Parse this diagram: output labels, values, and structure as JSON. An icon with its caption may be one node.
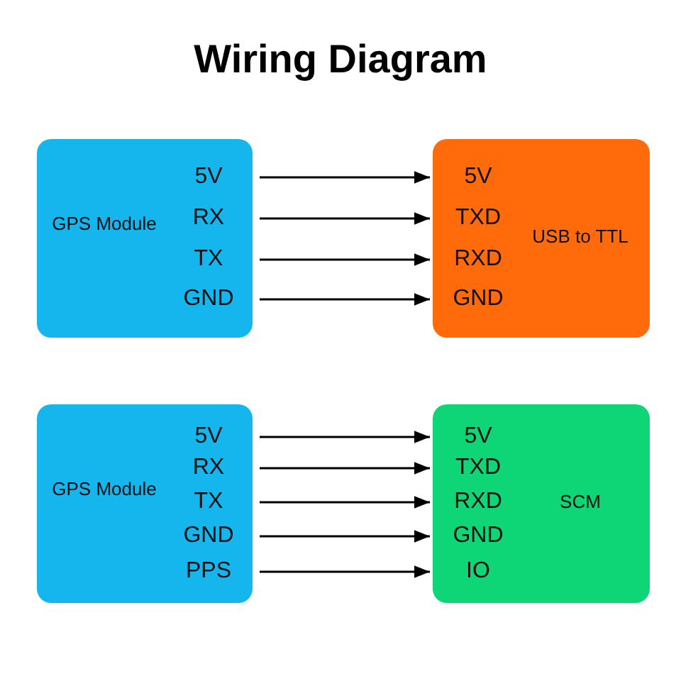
{
  "diagram": {
    "title": "Wiring Diagram",
    "nodes": [
      {
        "text": [
          "GPS Module"
        ]
      },
      {
        "text": [
          "5V"
        ],
        "in": 0
      },
      {
        "text": [
          "RX"
        ],
        "in": 0
      },
      {
        "text": [
          "TX"
        ],
        "in": 0
      },
      {
        "text": [
          "GND"
        ],
        "in": 0
      },
      {
        "text": [
          "USB to TTL"
        ]
      },
      {
        "text": [
          "5V"
        ],
        "in": 5
      },
      {
        "text": [
          "TXD"
        ],
        "in": 5
      },
      {
        "text": [
          "RXD"
        ],
        "in": 5
      },
      {
        "text": [
          "GND"
        ],
        "in": 5
      },
      {
        "text": [
          "GPS Module"
        ]
      },
      {
        "text": [
          "5V"
        ],
        "in": 10
      },
      {
        "text": [
          "RX"
        ],
        "in": 10
      },
      {
        "text": [
          "TX"
        ],
        "in": 10
      },
      {
        "text": [
          "GND"
        ],
        "in": 10
      },
      {
        "text": [
          "PPS"
        ],
        "in": 10
      },
      {
        "text": [
          "SCM"
        ]
      },
      {
        "text": [
          "5V"
        ],
        "in": 16
      },
      {
        "text": [
          "TXD"
        ],
        "in": 16
      },
      {
        "text": [
          "RXD"
        ],
        "in": 16
      },
      {
        "text": [
          "GND"
        ],
        "in": 16
      },
      {
        "text": [
          "IO"
        ],
        "in": 16
      }
    ],
    "edges": [
      {
        "from": 1,
        "to": 6,
        "arrow": "to"
      },
      {
        "from": 2,
        "to": 7,
        "arrow": "to"
      },
      {
        "from": 3,
        "to": 8,
        "arrow": "to"
      },
      {
        "from": 4,
        "to": 9,
        "arrow": "to"
      },
      {
        "from": 11,
        "to": 17,
        "arrow": "to"
      },
      {
        "from": 12,
        "to": 18,
        "arrow": "to"
      },
      {
        "from": 13,
        "to": 19,
        "arrow": "to"
      },
      {
        "from": 14,
        "to": 20,
        "arrow": "to"
      },
      {
        "from": 15,
        "to": 21,
        "arrow": "to"
      }
    ]
  }
}
